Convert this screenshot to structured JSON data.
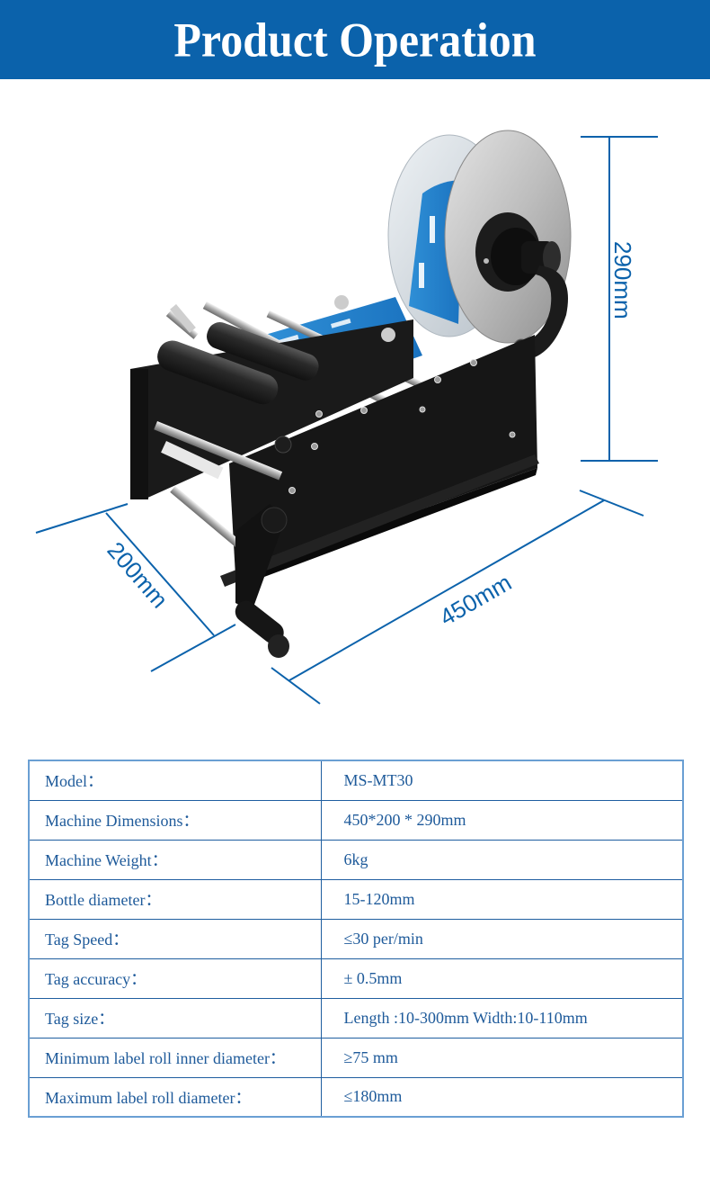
{
  "header": {
    "title": "Product Operation",
    "background_color": "#0b62ab",
    "text_color": "#ffffff"
  },
  "product_image": {
    "subject": "manual round bottle labeling machine",
    "dimension_labels": {
      "height": "290mm",
      "depth": "200mm",
      "width": "450mm"
    },
    "dimension_line_color": "#0b62ab"
  },
  "spec_table": {
    "rows": [
      {
        "label": "Model：",
        "value": "MS-MT30"
      },
      {
        "label": "Machine Dimensions：",
        "value": "450*200 * 290mm"
      },
      {
        "label": "Machine Weight：",
        "value": "6kg"
      },
      {
        "label": "Bottle diameter：",
        "value": "15-120mm"
      },
      {
        "label": "Tag Speed：",
        "value": "≤30 per/min"
      },
      {
        "label": "Tag accuracy：",
        "value": "± 0.5mm"
      },
      {
        "label": "Tag size：",
        "value": "Length :10-300mm Width:10-110mm"
      },
      {
        "label": "Minimum label roll inner diameter：",
        "value": "≥75 mm"
      },
      {
        "label": "Maximum label roll diameter：",
        "value": "≤180mm"
      }
    ],
    "text_color": "#1e5a9a",
    "border_color": "#1f5ea0"
  }
}
